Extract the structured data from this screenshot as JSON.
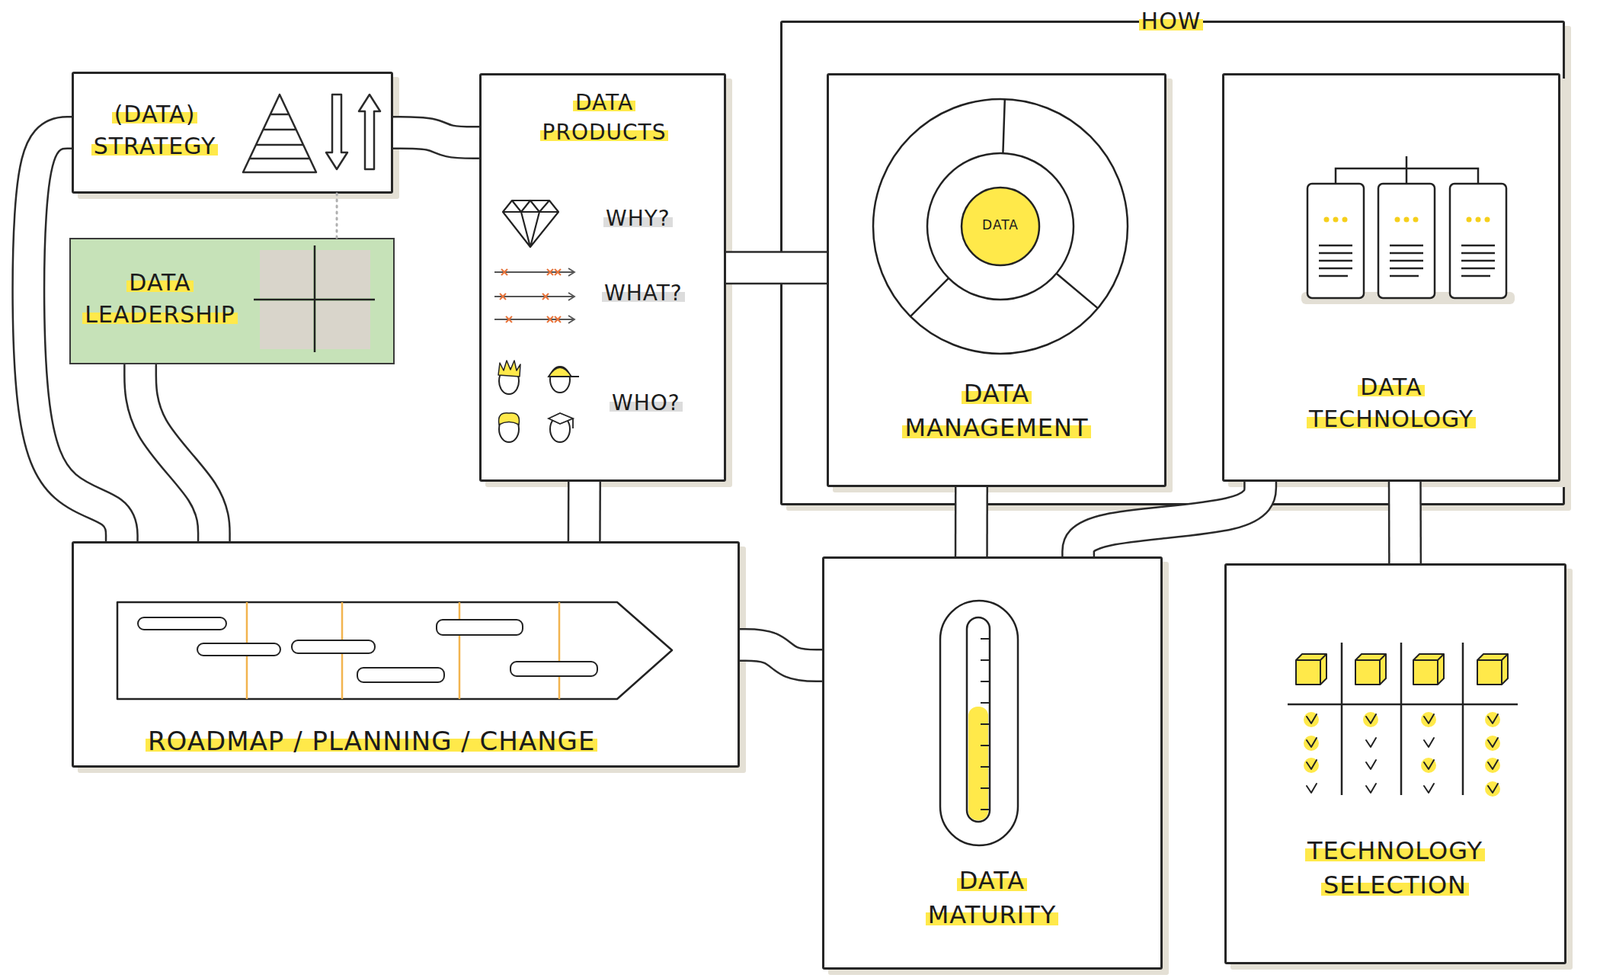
{
  "diagram": {
    "nodes": [
      {
        "text": [
          "(DATA) STRATEGY"
        ]
      },
      {
        "text": [
          "DATA LEADERSHIP"
        ]
      },
      {
        "text": [
          "DATA PRODUCTS",
          "WHY?",
          "WHAT?",
          "WHO?"
        ]
      },
      {
        "text": [
          "HOW"
        ]
      },
      {
        "text": [
          "DATA MANAGEMENT"
        ],
        "in": 3
      },
      {
        "text": [
          "DATA TECHNOLOGY"
        ],
        "in": 3
      },
      {
        "text": [
          "ROADMAP / PLANNING / CHANGE"
        ]
      },
      {
        "text": [
          "DATA MATURITY"
        ]
      },
      {
        "text": [
          "TECHNOLOGY SELECTION"
        ]
      }
    ],
    "edges": [
      {
        "from": 0,
        "to": 2,
        "arrow": "none"
      },
      {
        "from": 0,
        "to": 1,
        "arrow": "none"
      },
      {
        "from": 0,
        "to": 6,
        "arrow": "none"
      },
      {
        "from": 1,
        "to": 6,
        "arrow": "none"
      },
      {
        "from": 2,
        "to": 6,
        "arrow": "none"
      },
      {
        "from": 2,
        "to": 4,
        "arrow": "none"
      },
      {
        "from": 6,
        "to": 7,
        "arrow": "none"
      },
      {
        "from": 4,
        "to": 7,
        "arrow": "none"
      },
      {
        "from": 5,
        "to": 7,
        "arrow": "none"
      },
      {
        "from": 5,
        "to": 8,
        "arrow": "none"
      }
    ],
    "labels": [
      "DATA"
    ]
  }
}
